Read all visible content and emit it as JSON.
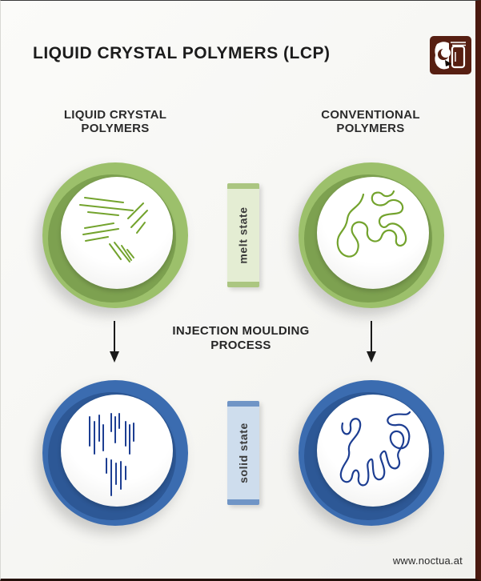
{
  "header": {
    "title": "LIQUID CRYSTAL POLYMERS (LCP)",
    "logo_icon": "noctua-owl-fan-logo"
  },
  "columns": {
    "left": {
      "line1": "LIQUID CRYSTAL",
      "line2": "POLYMERS"
    },
    "right": {
      "line1": "CONVENTIONAL",
      "line2": "POLYMERS"
    }
  },
  "states": {
    "melt": {
      "label": "melt state"
    },
    "solid": {
      "label": "solid state"
    }
  },
  "process": {
    "line1": "INJECTION MOULDING",
    "line2": "PROCESS"
  },
  "circles": [
    {
      "id": "lcp-melt",
      "row": "melt",
      "column": "liquid-crystal-polymers",
      "content": "short-aligned-rod-segments"
    },
    {
      "id": "conventional-melt",
      "row": "melt",
      "column": "conventional-polymers",
      "content": "entangled-polymer-chain"
    },
    {
      "id": "lcp-solid",
      "row": "solid",
      "column": "liquid-crystal-polymers",
      "content": "vertically-aligned-rods"
    },
    {
      "id": "conventional-solid",
      "row": "solid",
      "column": "conventional-polymers",
      "content": "entangled-polymer-chain"
    }
  ],
  "footer": {
    "website": "www.noctua.at"
  },
  "colors": {
    "background": "#f8f8f6",
    "frame_brown": "#4a190f",
    "logo_brown": "#571f12",
    "text_dark": "#1c1c1c",
    "ring_green": "#9cc06b",
    "ring_green_shadow": "#7da150",
    "line_green": "#73a32d",
    "ring_blue": "#3b6cb0",
    "ring_blue_shadow": "#2d5896",
    "line_blue": "#1d3e92",
    "melt_badge_bg": "#e4edd3",
    "melt_badge_cap": "#abc681",
    "solid_badge_bg": "#cedded",
    "solid_badge_cap": "#7095c6"
  }
}
